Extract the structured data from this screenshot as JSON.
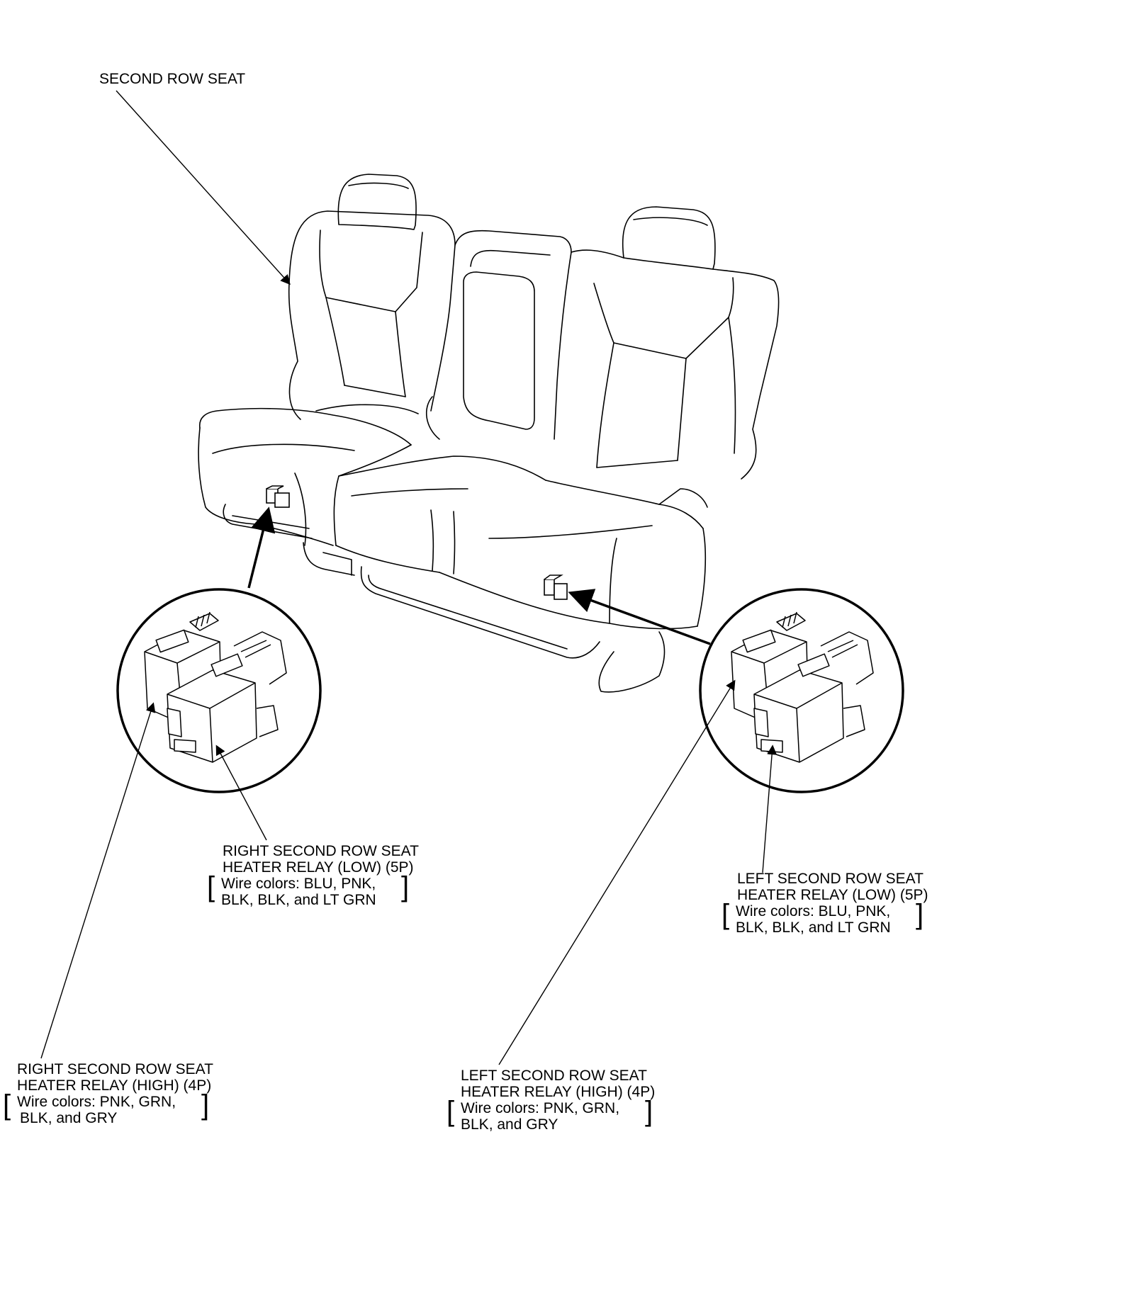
{
  "labels": {
    "seat": "SECOND ROW SEAT",
    "right_low": {
      "line1": "RIGHT SECOND ROW SEAT",
      "line2": "HEATER RELAY (LOW) (5P)",
      "wire1": "Wire colors: BLU, PNK,",
      "wire2": "BLK, BLK, and LT GRN"
    },
    "left_low": {
      "line1": "LEFT SECOND ROW SEAT",
      "line2": "HEATER RELAY (LOW) (5P)",
      "wire1": "Wire colors: BLU, PNK,",
      "wire2": "BLK, BLK, and LT GRN"
    },
    "right_high": {
      "line1": "RIGHT SECOND ROW SEAT",
      "line2": "HEATER RELAY (HIGH) (4P)",
      "wire1": "Wire colors: PNK, GRN,",
      "wire2": "BLK, and GRY"
    },
    "left_high": {
      "line1": "LEFT SECOND ROW SEAT",
      "line2": "HEATER RELAY (HIGH) (4P)",
      "wire1": "Wire colors: PNK, GRN,",
      "wire2": "BLK, and GRY"
    }
  },
  "colors": {
    "line": "#000000",
    "background": "#ffffff"
  }
}
